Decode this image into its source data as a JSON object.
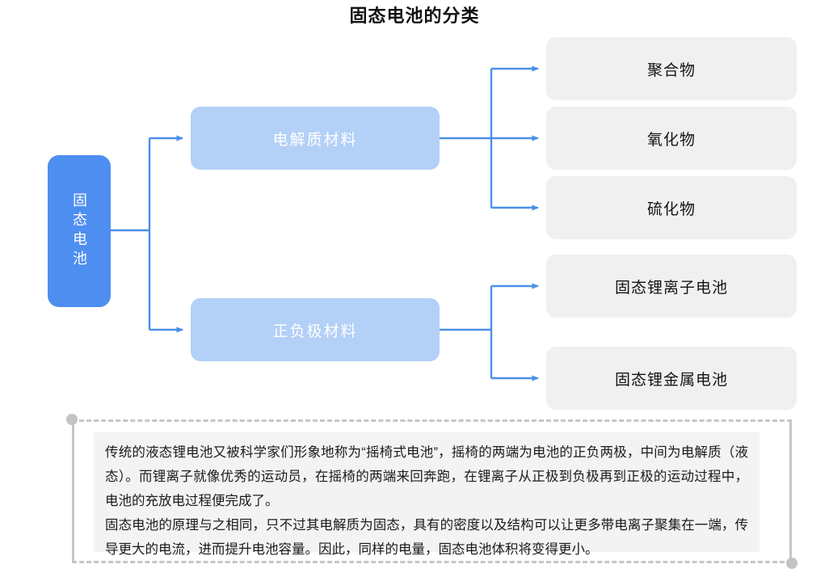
{
  "title": "固态电池的分类",
  "diagram": {
    "type": "tree",
    "orientation": "left-to-right",
    "colors": {
      "root_fill": "#4e8ef0",
      "mid_fill": "#b3d0f7",
      "leaf_fill": "#f0f0f1",
      "connector": "#4a90e8",
      "frame": "#c6c6c6",
      "note_fill": "#f3f3f3",
      "root_text": "#ffffff",
      "mid_text": "#ffffff",
      "leaf_text": "#141414"
    },
    "root": {
      "label": "固态电池",
      "orientation": "vertical-text"
    },
    "branches": [
      {
        "label": "电解质材料",
        "children": [
          {
            "label": "聚合物"
          },
          {
            "label": "氧化物"
          },
          {
            "label": "硫化物"
          }
        ]
      },
      {
        "label": "正负极材料",
        "children": [
          {
            "label": "固态锂离子电池"
          },
          {
            "label": "固态锂金属电池"
          }
        ]
      }
    ]
  },
  "note": {
    "paragraphs": [
      "传统的液态锂电池又被科学家们形象地称为“摇椅式电池”，摇椅的两端为电池的正负两极，中间为电解质（液态）。而锂离子就像优秀的运动员，在摇椅的两端来回奔跑，在锂离子从正极到负极再到正极的运动过程中，电池的充放电过程便完成了。",
      "固态电池的原理与之相同，只不过其电解质为固态，具有的密度以及结构可以让更多带电离子聚集在一端，传导更大的电流，进而提升电池容量。因此，同样的电量，固态电池体积将变得更小。"
    ]
  }
}
